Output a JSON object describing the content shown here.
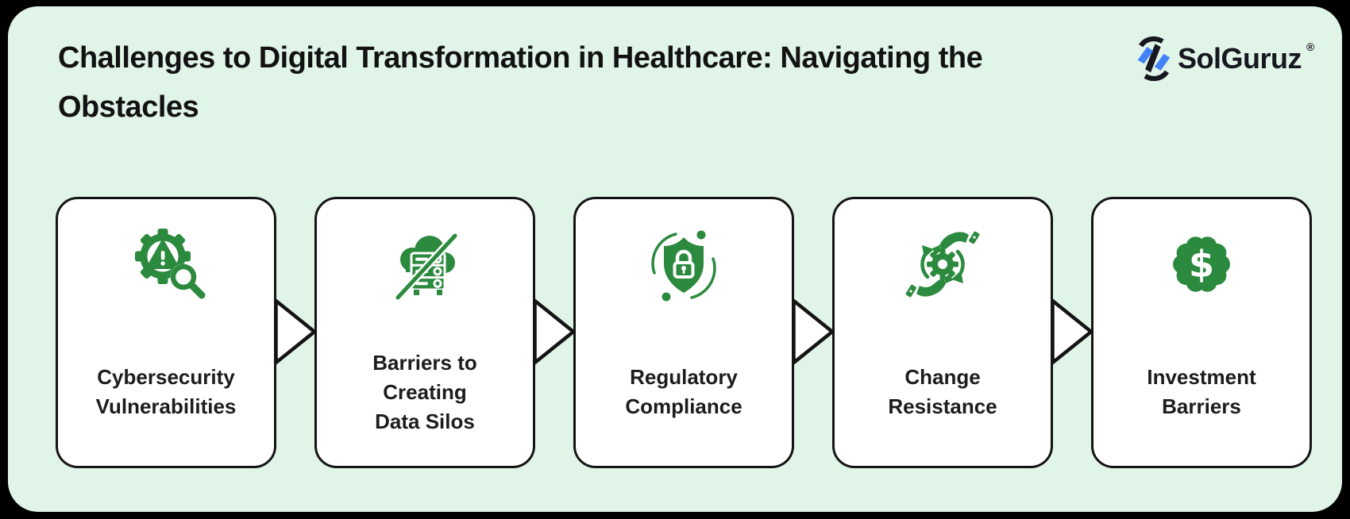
{
  "header": {
    "title": {
      "text": "Challenges to Digital Transformation in Healthcare: Navigating the Obstacles",
      "lines": [
        "Challenges to Digital Transformation in Healthcare: Navigating the",
        "Obstacles"
      ]
    },
    "logo": {
      "brand": "SolGuruz",
      "registered_mark": "®"
    }
  },
  "cards": [
    {
      "label": "Cybersecurity Vulnerabilities",
      "label_lines": [
        "Cybersecurity",
        "Vulnerabilities"
      ],
      "icon": "gear-warning-magnifier-icon"
    },
    {
      "label": "Barriers to Creating Data Silos",
      "label_lines": [
        "Barriers to",
        "Creating",
        "Data Silos"
      ],
      "icon": "cloud-server-slash-icon"
    },
    {
      "label": "Regulatory Compliance",
      "label_lines": [
        "Regulatory",
        "Compliance"
      ],
      "icon": "shield-lock-icon"
    },
    {
      "label": "Change Resistance",
      "label_lines": [
        "Change",
        "Resistance"
      ],
      "icon": "hands-gear-cycle-icon"
    },
    {
      "label": "Investment Barriers",
      "label_lines": [
        "Investment",
        "Barriers"
      ],
      "icon": "dollar-badge-icon"
    }
  ],
  "flow": {
    "direction": "left-to-right",
    "arrow_count": 4
  },
  "colors": {
    "panel_mint": "#e1f4e8",
    "frame_black": "#000000",
    "card_white": "#ffffff",
    "card_border": "#141414",
    "icon_green": "#2b8a3e",
    "title_ink": "#121212",
    "label_ink": "#1c1c1c",
    "logo_blue": "#4483f7",
    "logo_dark": "#17171f",
    "arrow_fill": "#ffffff",
    "arrow_stroke": "#141414"
  }
}
